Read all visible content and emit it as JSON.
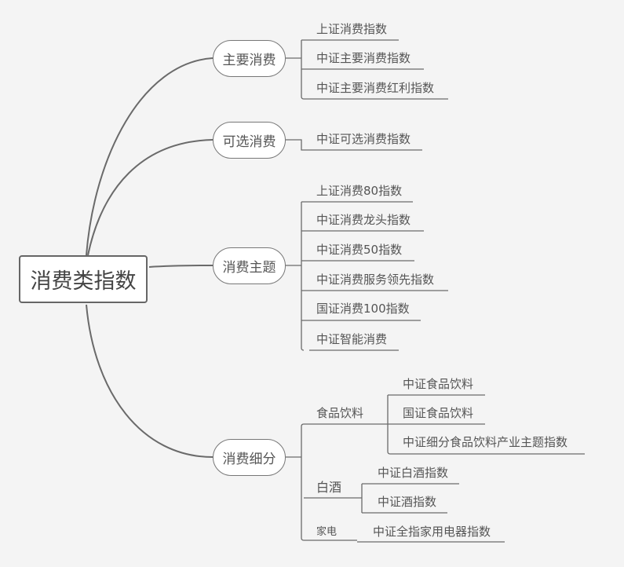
{
  "root": "消费类指数",
  "branches": [
    {
      "label": "主要消费",
      "items": [
        "上证消费指数",
        "中证主要消费指数",
        "中证主要消费红利指数"
      ]
    },
    {
      "label": "可选消费",
      "items": [
        "中证可选消费指数"
      ]
    },
    {
      "label": "消费主题",
      "items": [
        "上证消费80指数",
        "中证消费龙头指数",
        "中证消费50指数",
        "中证消费服务领先指数",
        "国证消费100指数",
        "中证智能消费"
      ]
    },
    {
      "label": "消费细分",
      "groups": [
        {
          "label": "食品饮料",
          "items": [
            "中证食品饮料",
            "国证食品饮料",
            "中证细分食品饮料产业主题指数"
          ]
        },
        {
          "label": "白酒",
          "items": [
            "中证白酒指数",
            "中证酒指数"
          ]
        },
        {
          "label": "家电",
          "items": [
            "中证全指家用电器指数"
          ]
        }
      ]
    }
  ],
  "colors": {
    "line": "#666666",
    "background": "#f4f4f4",
    "text": "#555555"
  }
}
